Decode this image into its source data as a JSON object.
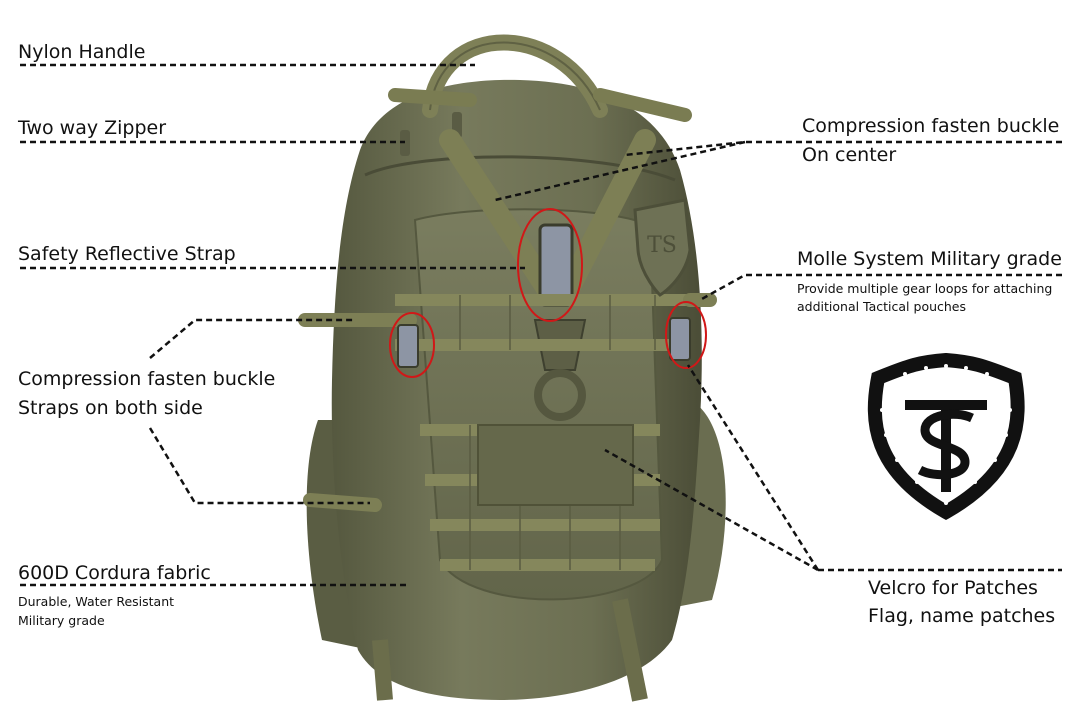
{
  "colors": {
    "fabric": "#6b6e52",
    "fabric_dark": "#4a4c37",
    "fabric_light": "#8a8c6c",
    "webbing": "#77794f",
    "reflective": "#8d95a4",
    "highlight_circle": "#d01818",
    "leader_line": "#111111",
    "logo": "#111111"
  },
  "callouts": {
    "nylon_handle": "Nylon Handle",
    "two_way_zipper": "Two way Zipper",
    "safety_reflective_strap": "Safety Reflective Strap",
    "compression_side_line1": "Compression fasten buckle",
    "compression_side_line2": "Straps on both side",
    "cordura_title": "600D Cordura fabric",
    "cordura_detail1": "Durable, Water Resistant",
    "cordura_detail2": "Military grade",
    "compression_center_line1": "Compression fasten buckle",
    "compression_center_line2": "On center",
    "molle_title": "Molle System Military grade",
    "molle_detail1": "Provide multiple gear loops for attaching",
    "molle_detail2": "additional Tactical pouches",
    "velcro_line1": "Velcro for Patches",
    "velcro_line2": "Flag, name patches"
  },
  "icons": {
    "brand_logo": "ts-shield-logo",
    "patch_logo": "ts-shield-patch"
  }
}
